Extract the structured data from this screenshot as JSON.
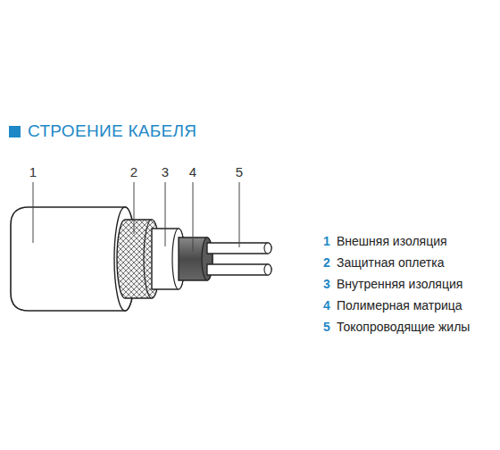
{
  "diagram": {
    "title": "СТРОЕНИЕ КАБЕЛЯ",
    "labels": [
      "1",
      "2",
      "3",
      "4",
      "5",
      "1",
      "Внешняя изоляция",
      "2",
      "Защитная оплетка",
      "3",
      "Внутренняя изоляция",
      "4",
      "Полимерная матрица",
      "5",
      "Токопроводящие жилы"
    ]
  }
}
